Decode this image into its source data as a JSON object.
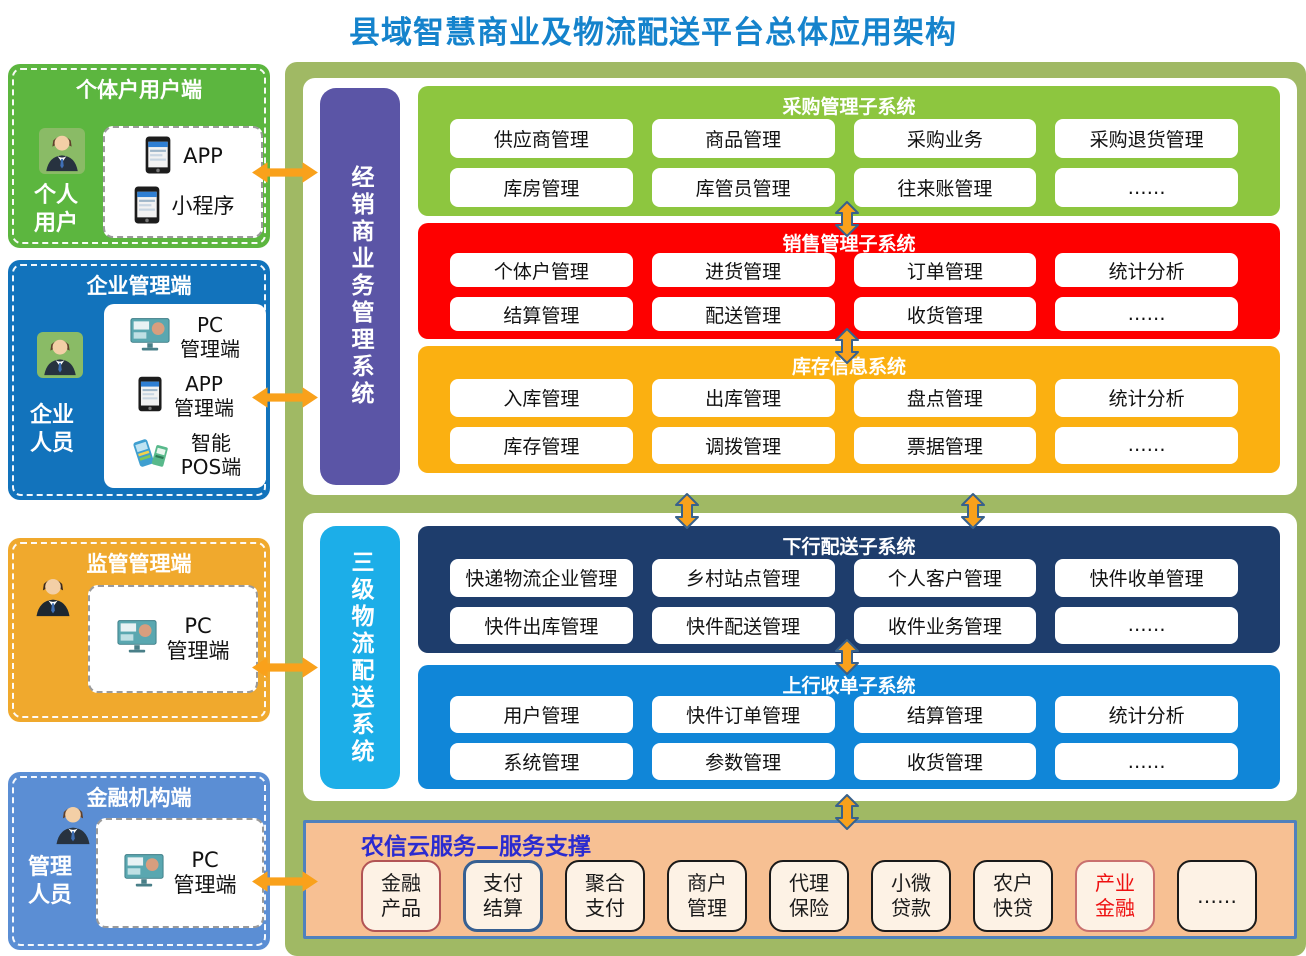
{
  "title": "县域智慧商业及物流配送平台总体应用架构",
  "left_panels": [
    {
      "title": "个体户用户端",
      "user_label": "个人\n用户",
      "avatar_icon": "person-icon",
      "devices": [
        {
          "icon": "phone-icon",
          "label": "APP"
        },
        {
          "icon": "phone-icon",
          "label": "小程序"
        }
      ]
    },
    {
      "title": "企业管理端",
      "user_label": "企业\n人员",
      "avatar_icon": "person-icon",
      "devices": [
        {
          "icon": "monitor-icon",
          "label": "PC\n管理端"
        },
        {
          "icon": "phone-icon",
          "label": "APP\n管理端"
        },
        {
          "icon": "pos-icon",
          "label": "智能\nPOS端"
        }
      ]
    },
    {
      "title": "监管管理端",
      "user_label": "",
      "avatar_icon": "person-icon",
      "devices": [
        {
          "icon": "monitor-icon",
          "label": "PC\n管理端"
        }
      ]
    },
    {
      "title": "金融机构端",
      "user_label": "管理\n人员",
      "avatar_icon": "person-icon",
      "devices": [
        {
          "icon": "monitor-icon",
          "label": "PC\n管理端"
        }
      ]
    }
  ],
  "sections": [
    {
      "side_label": "经销商业务管理系统",
      "blocks": [
        {
          "title": "采购管理子系统",
          "color": "#8dc63f",
          "items": [
            "供应商管理",
            "商品管理",
            "采购业务",
            "采购退货管理",
            "库房管理",
            "库管员管理",
            "往来账管理",
            "……"
          ]
        },
        {
          "title": "销售管理子系统",
          "color": "#fe0000",
          "items": [
            "个体户管理",
            "进货管理",
            "订单管理",
            "统计分析",
            "结算管理",
            "配送管理",
            "收货管理",
            "……"
          ]
        },
        {
          "title": "库存信息系统",
          "color": "#fbb011",
          "items": [
            "入库管理",
            "出库管理",
            "盘点管理",
            "统计分析",
            "库存管理",
            "调拨管理",
            "票据管理",
            "……"
          ]
        }
      ]
    },
    {
      "side_label": "三级物流配送系统",
      "blocks": [
        {
          "title": "下行配送子系统",
          "color": "#1e3d6c",
          "items": [
            "快递物流企业管理",
            "乡村站点管理",
            "个人客户管理",
            "快件收单管理",
            "快件出库管理",
            "快件配送管理",
            "收件业务管理",
            "……"
          ]
        },
        {
          "title": "上行收单子系统",
          "color": "#1086d8",
          "items": [
            "用户管理",
            "快件订单管理",
            "结算管理",
            "统计分析",
            "系统管理",
            "参数管理",
            "收货管理",
            "……"
          ]
        }
      ]
    }
  ],
  "cloud": {
    "title": "农信云服务—服务支撑",
    "items": [
      {
        "label": "金融\n产品",
        "border_color": "#b25455",
        "text_color": "#1a1a1a"
      },
      {
        "label": "支付\n结算",
        "border_color": "#376092",
        "text_color": "#1a1a1a"
      },
      {
        "label": "聚合\n支付",
        "border_color": "#1a1a1a",
        "text_color": "#1a1a1a"
      },
      {
        "label": "商户\n管理",
        "border_color": "#1a1a1a",
        "text_color": "#1a1a1a"
      },
      {
        "label": "代理\n保险",
        "border_color": "#1a1a1a",
        "text_color": "#1a1a1a"
      },
      {
        "label": "小微\n贷款",
        "border_color": "#1a1a1a",
        "text_color": "#1a1a1a"
      },
      {
        "label": "农户\n快贷",
        "border_color": "#1a1a1a",
        "text_color": "#1a1a1a"
      },
      {
        "label": "产业\n金融",
        "border_color": "#c9706e",
        "text_color": "#ee1010"
      },
      {
        "label": "……",
        "border_color": "#1a1a1a",
        "text_color": "#1a1a1a"
      }
    ]
  },
  "colors": {
    "title_text": "#1583cc",
    "panel_individual": "#5cb63f",
    "panel_enterprise": "#1273bc",
    "panel_regulator": "#f0a92d",
    "panel_financial": "#5b8ed4",
    "container_bg": "#a0b964",
    "dealer_sidebar": "#5b55a6",
    "logistics_sidebar": "#1caee8",
    "cloud_bg": "#f7c093",
    "cloud_border": "#4f81bd",
    "cloud_title_text": "#2b2bd0",
    "arrow_fill": "#f9a11b",
    "arrow_outline": "#38618c"
  }
}
